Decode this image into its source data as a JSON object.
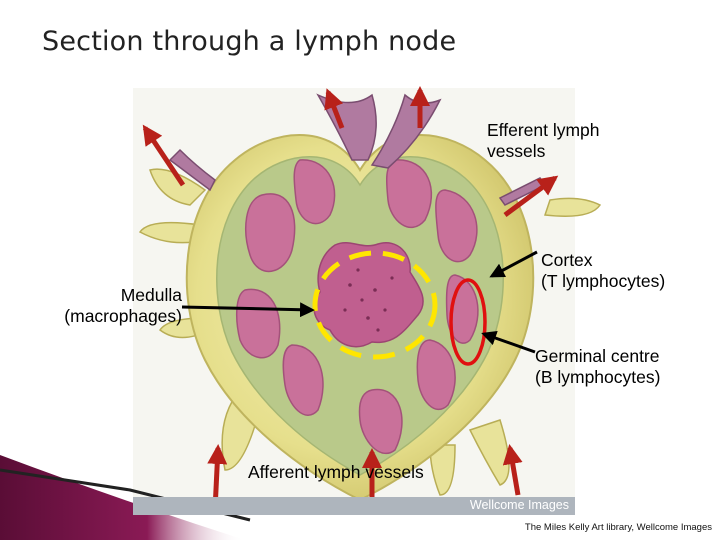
{
  "title": "Section through a lymph node",
  "labels": {
    "efferent": [
      "Efferent lymph",
      "vessels"
    ],
    "cortex": [
      "Cortex",
      "(T lymphocytes)"
    ],
    "medulla": [
      "Medulla",
      "(macrophages)"
    ],
    "germinal": [
      "Germinal centre",
      "(B lymphocytes)"
    ],
    "afferent": "Afferent lymph vessels"
  },
  "image_credit": "Wellcome Images",
  "caption": "The Miles Kelly Art library, Wellcome Images",
  "colors": {
    "capsule": "#e8e39a",
    "tissue_pink": "#c9719a",
    "medulla_pink": "#c05f8f",
    "sinus_green": "#b9c98a",
    "vessel": "#b07aa0",
    "arrow_red": "#b8211a",
    "dashed_circle": "#ffe600",
    "germinal_outline": "#e01010",
    "corner_gradient": "#6a1040"
  }
}
